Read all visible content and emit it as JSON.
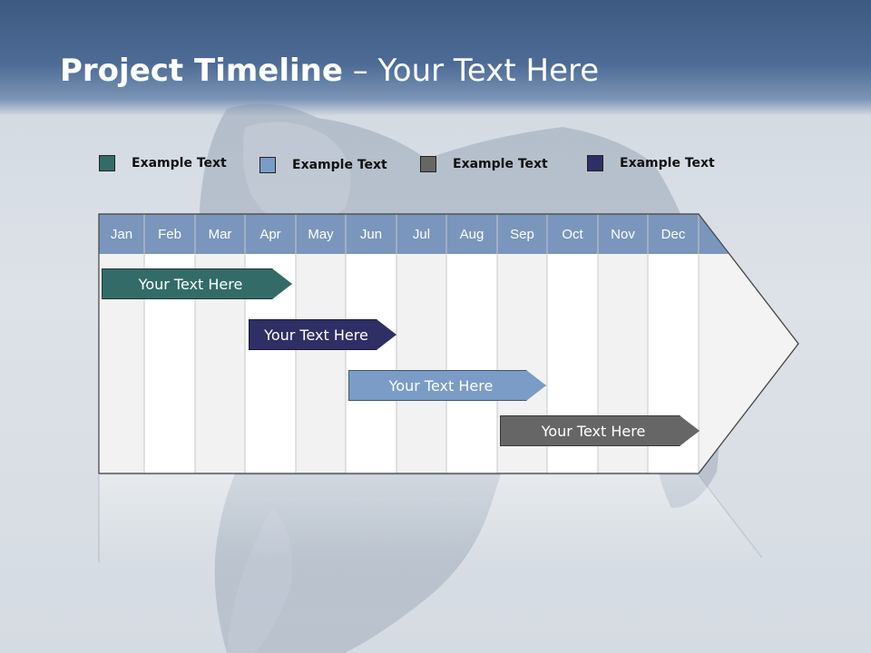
{
  "header": {
    "title_bold": "Project Timeline",
    "title_rest": " – Your Text Here"
  },
  "legend": [
    {
      "label": "Example Text",
      "color": "#336b68"
    },
    {
      "label": "Example Text",
      "color": "#7a9cc6"
    },
    {
      "label": "Example Text",
      "color": "#666666"
    },
    {
      "label": "Example Text",
      "color": "#2f2f66"
    }
  ],
  "timeline": {
    "months": [
      "Jan",
      "Feb",
      "Mar",
      "Apr",
      "May",
      "Jun",
      "Jul",
      "Aug",
      "Sep",
      "Oct",
      "Nov",
      "Dec"
    ],
    "header_color": "#7a96bc",
    "bars": [
      {
        "label": "Your  Text Here",
        "color": "#336b68"
      },
      {
        "label": "Your  Text Here",
        "color": "#2f2f66"
      },
      {
        "label": "Your  Text Here",
        "color": "#7a9cc6"
      },
      {
        "label": "Your  Text Here",
        "color": "#666666"
      }
    ]
  }
}
